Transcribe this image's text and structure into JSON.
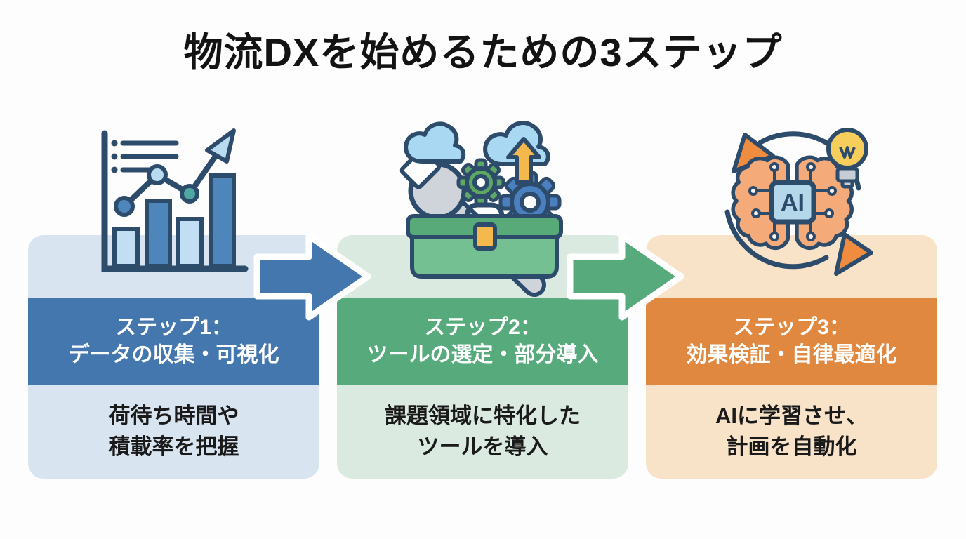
{
  "title": "物流DXを始めるための3ステップ",
  "palette": {
    "background": "#fdfdfd",
    "title_text": "#131313",
    "header_text": "#ffffff",
    "body_text": "#1a1a1a",
    "outline_navy": "#2d4b6b"
  },
  "steps": [
    {
      "icon": "bar-chart-growth-icon",
      "header": [
        "ステップ1：",
        "データの収集・可視化"
      ],
      "body": [
        "荷待ち時間や",
        "積載率を把握"
      ],
      "header_color": "#4377ae",
      "panel_color": "#d8e4f0"
    },
    {
      "icon": "toolbox-tools-cloud-icon",
      "header": [
        "ステップ2：",
        "ツールの選定・部分導入"
      ],
      "body": [
        "課題領域に特化した",
        "ツールを導入"
      ],
      "header_color": "#57aa7c",
      "panel_color": "#dbeae0"
    },
    {
      "icon": "ai-brain-cycle-icon",
      "header": [
        "ステップ3：",
        "効果検証・自律最適化"
      ],
      "body": [
        "AIに学習させ、",
        "計画を自動化"
      ],
      "header_color": "#e0883f",
      "panel_color": "#f8e3c9"
    }
  ],
  "arrows": [
    {
      "direction": "right",
      "color": "#4377ae"
    },
    {
      "direction": "right",
      "color": "#57aa7c"
    }
  ],
  "icon_labels": {
    "ai_chip_text": "AI"
  }
}
